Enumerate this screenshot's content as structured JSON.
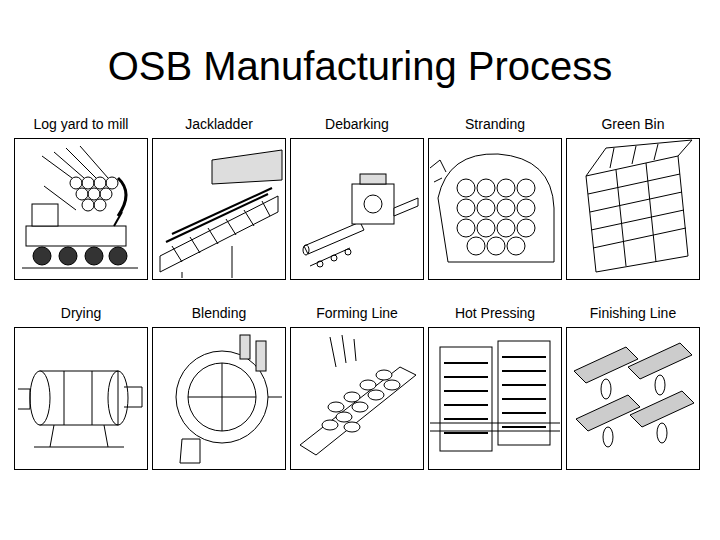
{
  "diagram": {
    "title": "OSB Manufacturing Process",
    "nodes": [
      {
        "text": [
          "Log yard to mill"
        ]
      },
      {
        "text": [
          "Jackladder"
        ]
      },
      {
        "text": [
          "Debarking"
        ]
      },
      {
        "text": [
          "Stranding"
        ]
      },
      {
        "text": [
          "Green Bin"
        ]
      },
      {
        "text": [
          "Drying"
        ]
      },
      {
        "text": [
          "Blending"
        ]
      },
      {
        "text": [
          "Forming Line"
        ]
      },
      {
        "text": [
          "Hot Pressing"
        ]
      },
      {
        "text": [
          "Finishing Line"
        ]
      }
    ]
  }
}
